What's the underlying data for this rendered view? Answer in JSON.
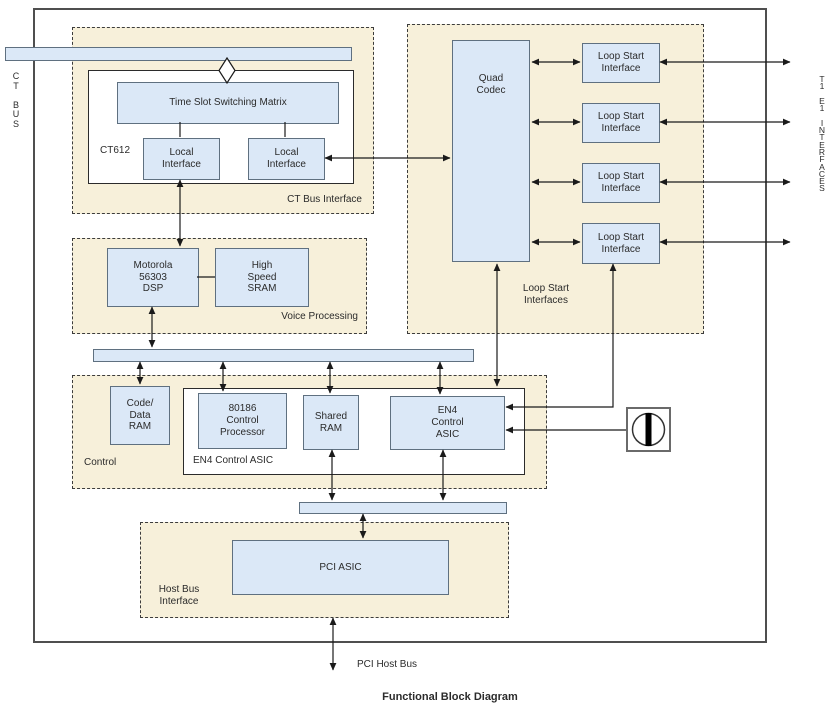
{
  "diagram_title": "Functional Block Diagram",
  "side_labels": {
    "ct_bus": "C\nT\n\nB\nU\nS",
    "t1_e1_interfaces": "T\n1\n\nE\n1\n\nI\nN\nT\nE\nR\nF\nA\nC\nE\nS"
  },
  "panels": {
    "ct_bus_interface": "CT Bus Interface",
    "loop_start_interfaces": "Loop Start\nInterfaces",
    "voice_processing": "Voice Processing",
    "control": "Control",
    "host_bus_interface": "Host Bus\nInterface"
  },
  "blocks": {
    "ct612": "CT612",
    "time_slot_switching_matrix": "Time Slot Switching Matrix",
    "local_interface_left": "Local\nInterface",
    "local_interface_right": "Local\nInterface",
    "quad_codec": "Quad\nCodec",
    "loop_start": [
      "Loop Start\nInterface",
      "Loop Start\nInterface",
      "Loop Start\nInterface",
      "Loop Start\nInterface"
    ],
    "dsp": "Motorola\n56303\nDSP",
    "sram": "High\nSpeed\nSRAM",
    "code_data_ram": "Code/\nData\nRAM",
    "en4_container": "EN4 Control ASIC",
    "processor_80186": "80186\nControl\nProcessor",
    "shared_ram": "Shared\nRAM",
    "en4_control_asic": "EN4\nControl\nASIC",
    "pci_asic": "PCI ASIC"
  },
  "labels": {
    "pci_host_bus": "PCI Host Bus"
  },
  "colors": {
    "block_fill": "#dbe8f7",
    "block_border": "#5f7080",
    "panel_fill": "#f7f0da",
    "panel_border": "#3c3c3c",
    "wire": "#1a1a1a",
    "frame": "#4f4f4f"
  }
}
